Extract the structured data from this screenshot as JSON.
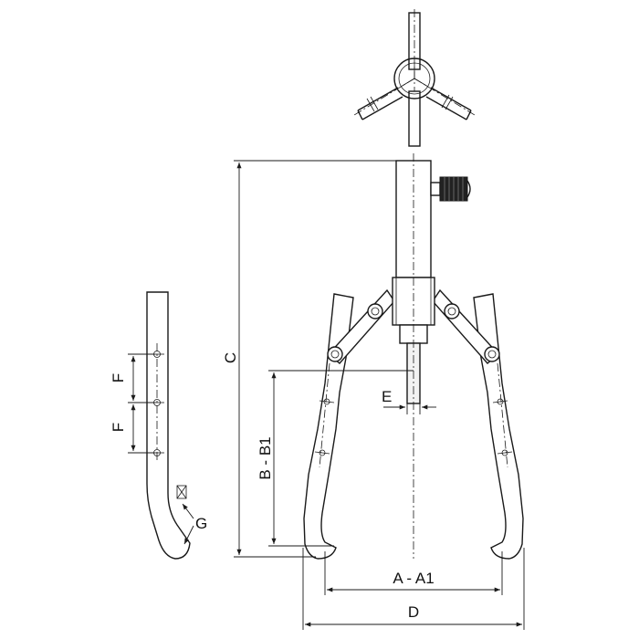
{
  "dimension_labels": {
    "C": "C",
    "B_B1": "B - B1",
    "E": "E",
    "A_A1": "A - A1",
    "D": "D",
    "F_upper": "F",
    "F_lower": "F",
    "G": "G"
  },
  "views": [
    "top-view-three-arm",
    "side-view-jaw",
    "front-view-puller"
  ]
}
